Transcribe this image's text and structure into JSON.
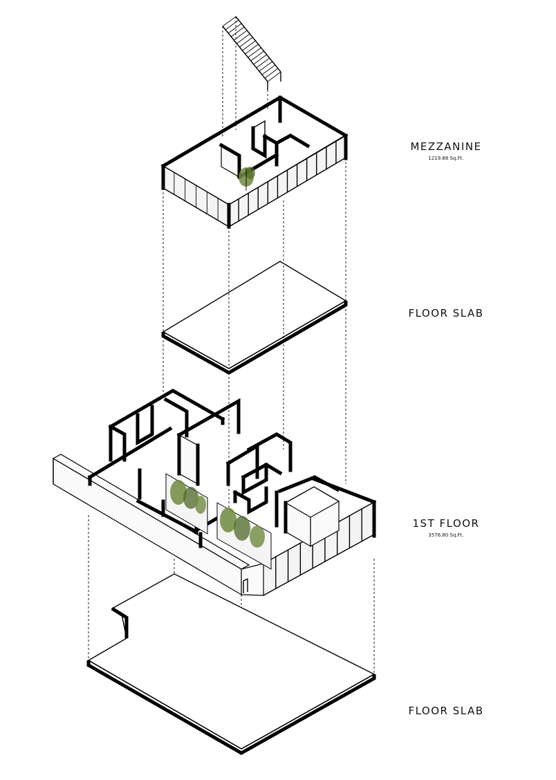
{
  "labels": {
    "mezzanine": {
      "title": "MEZZANINE",
      "area": "1219.88 Sq.Ft."
    },
    "floor_slab_upper": {
      "title": "FLOOR SLAB"
    },
    "first_floor": {
      "title": "1ST FLOOR",
      "area": "3576.80 Sq.Ft."
    },
    "floor_slab_lower": {
      "title": "FLOOR SLAB"
    }
  },
  "colors": {
    "line": "#000000",
    "background": "#ffffff",
    "glass": "#f4f4f4",
    "planting": "#6f8a3e"
  },
  "icons": [
    "staircase",
    "planter-tree"
  ]
}
